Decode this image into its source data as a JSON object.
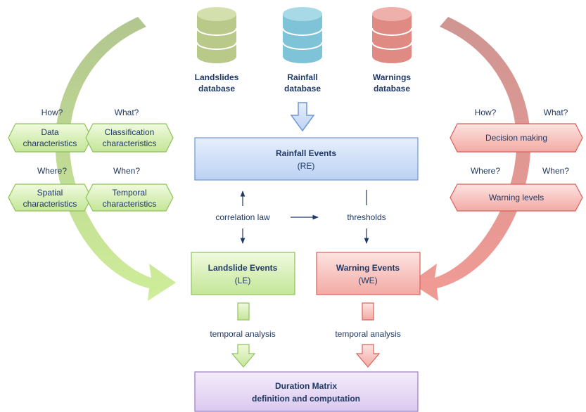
{
  "databases": [
    {
      "line1": "Landslides",
      "line2": "database",
      "color": "#b8c98a"
    },
    {
      "line1": "Rainfall",
      "line2": "database",
      "color": "#7fc3d8"
    },
    {
      "line1": "Warnings",
      "line2": "database",
      "color": "#e08a84"
    }
  ],
  "left_panel": {
    "q_how": "How?",
    "q_what": "What?",
    "q_where": "Where?",
    "q_when": "When?",
    "data": [
      "Data",
      "characteristics"
    ],
    "classification": [
      "Classification",
      "characteristics"
    ],
    "spatial": [
      "Spatial",
      "characteristics"
    ],
    "temporal": [
      "Temporal",
      "characteristics"
    ]
  },
  "right_panel": {
    "q_how": "How?",
    "q_what": "What?",
    "q_where": "Where?",
    "q_when": "When?",
    "decision": "Decision making",
    "warning_levels": "Warning levels"
  },
  "rainfall_events": {
    "title": "Rainfall Events",
    "abbr": "(RE)"
  },
  "landslide_events": {
    "title": "Landslide Events",
    "abbr": "(LE)"
  },
  "warning_events": {
    "title": "Warning Events",
    "abbr": "(WE)"
  },
  "correlation_law": "correlation law",
  "thresholds": "thresholds",
  "temporal_analysis_left": "temporal analysis",
  "temporal_analysis_right": "temporal analysis",
  "duration_matrix": {
    "line1": "Duration Matrix",
    "line2": "definition and computation"
  },
  "colors": {
    "green": "#c6e79a",
    "green_border": "#8fc35a",
    "red": "#f5b3ae",
    "red_border": "#d9625a",
    "blue": "#c9dcf7",
    "blue_border": "#6f97d6",
    "purple": "#e3d4f2",
    "purple_border": "#9a7cc4",
    "text": "#1f3864"
  }
}
